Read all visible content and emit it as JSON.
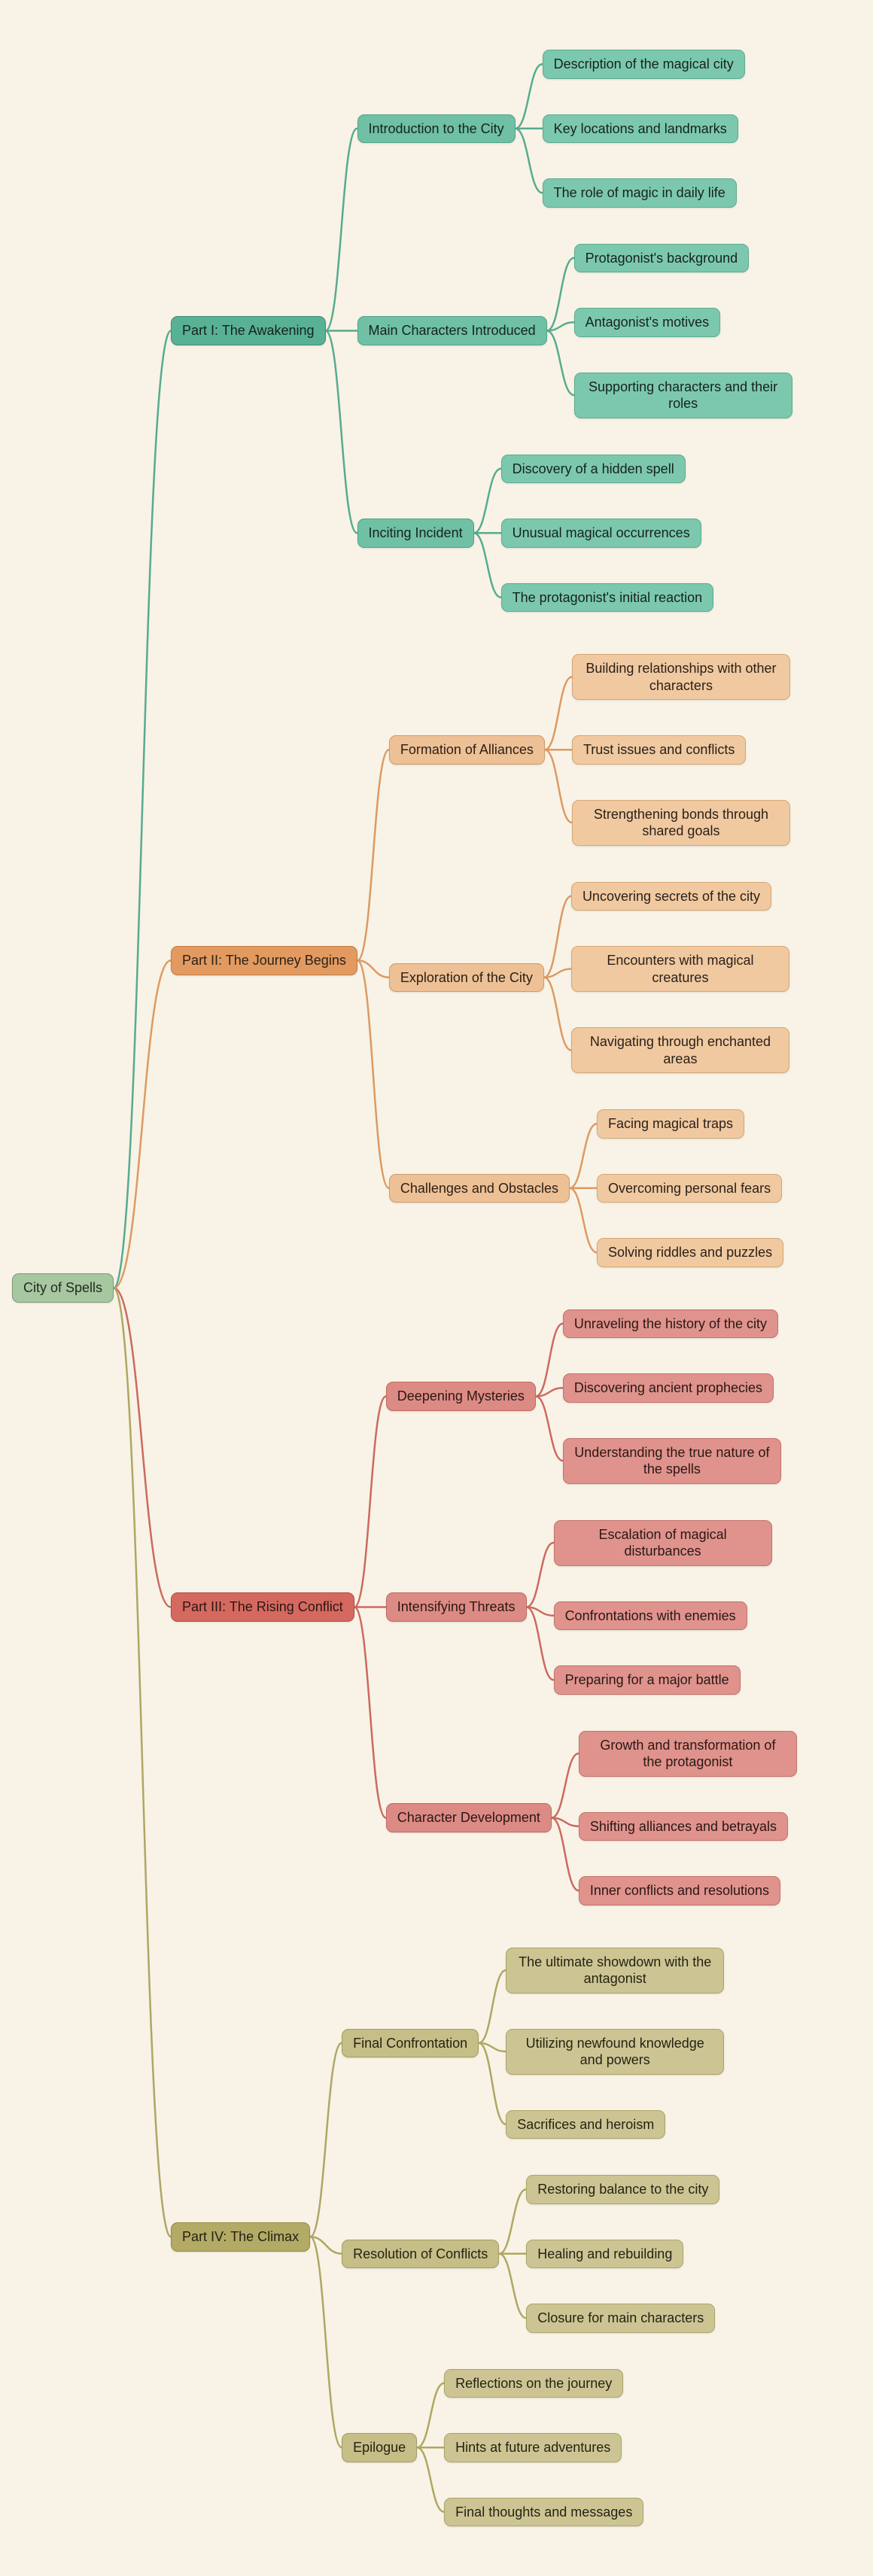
{
  "background": "#f8f3e6",
  "root": {
    "label": "City of Spells",
    "colors": {
      "bg": "#a7c7a0",
      "border": "#7d9a78",
      "text": "#1f2a1f"
    }
  },
  "branches": [
    {
      "label": "Part I: The Awakening",
      "colors": {
        "line": "#57ab90",
        "part_bg": "#58b194",
        "part_border": "#3f8f76",
        "sub_bg": "#6fc0a5",
        "sub_border": "#52a489",
        "leaf_bg": "#7cc8ae",
        "leaf_border": "#5cac91",
        "text": "#15231e"
      },
      "children": [
        {
          "label": "Introduction to the City",
          "children": [
            "Description of the magical city",
            "Key locations and landmarks",
            "The role of magic in daily life"
          ]
        },
        {
          "label": "Main Characters Introduced",
          "children": [
            "Protagonist's background",
            "Antagonist's motives",
            "Supporting characters and their roles"
          ]
        },
        {
          "label": "Inciting Incident",
          "children": [
            "Discovery of a hidden spell",
            "Unusual magical occurrences",
            "The protagonist's initial reaction"
          ]
        }
      ]
    },
    {
      "label": "Part II: The Journey Begins",
      "colors": {
        "line": "#dd9a63",
        "part_bg": "#e29a60",
        "part_border": "#c07c42",
        "sub_bg": "#eec095",
        "sub_border": "#d09c6b",
        "leaf_bg": "#f0c9a1",
        "leaf_border": "#d6a876",
        "text": "#2b2118"
      },
      "children": [
        {
          "label": "Formation of Alliances",
          "children": [
            "Building relationships with other characters",
            "Trust issues and conflicts",
            "Strengthening bonds through shared goals"
          ]
        },
        {
          "label": "Exploration of the City",
          "children": [
            "Uncovering secrets of the city",
            "Encounters with magical creatures",
            "Navigating through enchanted areas"
          ]
        },
        {
          "label": "Challenges and Obstacles",
          "children": [
            "Facing magical traps",
            "Overcoming personal fears",
            "Solving riddles and puzzles"
          ]
        }
      ]
    },
    {
      "label": "Part III: The Rising Conflict",
      "colors": {
        "line": "#cc6a60",
        "part_bg": "#d5695f",
        "part_border": "#b24c43",
        "sub_bg": "#dc8b84",
        "sub_border": "#bd6a63",
        "leaf_bg": "#df938c",
        "leaf_border": "#c3726b",
        "text": "#2a1715"
      },
      "children": [
        {
          "label": "Deepening Mysteries",
          "children": [
            "Unraveling the history of the city",
            "Discovering ancient prophecies",
            "Understanding the true nature of the spells"
          ]
        },
        {
          "label": "Intensifying Threats",
          "children": [
            "Escalation of magical disturbances",
            "Confrontations with enemies",
            "Preparing for a major battle"
          ]
        },
        {
          "label": "Character Development",
          "children": [
            "Growth and transformation of the protagonist",
            "Shifting alliances and betrayals",
            "Inner conflicts and resolutions"
          ]
        }
      ]
    },
    {
      "label": "Part IV: The Climax",
      "colors": {
        "line": "#afa763",
        "part_bg": "#b3aa65",
        "part_border": "#938a48",
        "sub_bg": "#c5be87",
        "sub_border": "#a59d62",
        "leaf_bg": "#ccc593",
        "leaf_border": "#aca46a",
        "text": "#262214"
      },
      "children": [
        {
          "label": "Final Confrontation",
          "children": [
            "The ultimate showdown with the antagonist",
            "Utilizing newfound knowledge and powers",
            "Sacrifices and heroism"
          ]
        },
        {
          "label": "Resolution of Conflicts",
          "children": [
            "Restoring balance to the city",
            "Healing and rebuilding",
            "Closure for main characters"
          ]
        },
        {
          "label": "Epilogue",
          "children": [
            "Reflections on the journey",
            "Hints at future adventures",
            "Final thoughts and messages"
          ]
        }
      ]
    }
  ]
}
